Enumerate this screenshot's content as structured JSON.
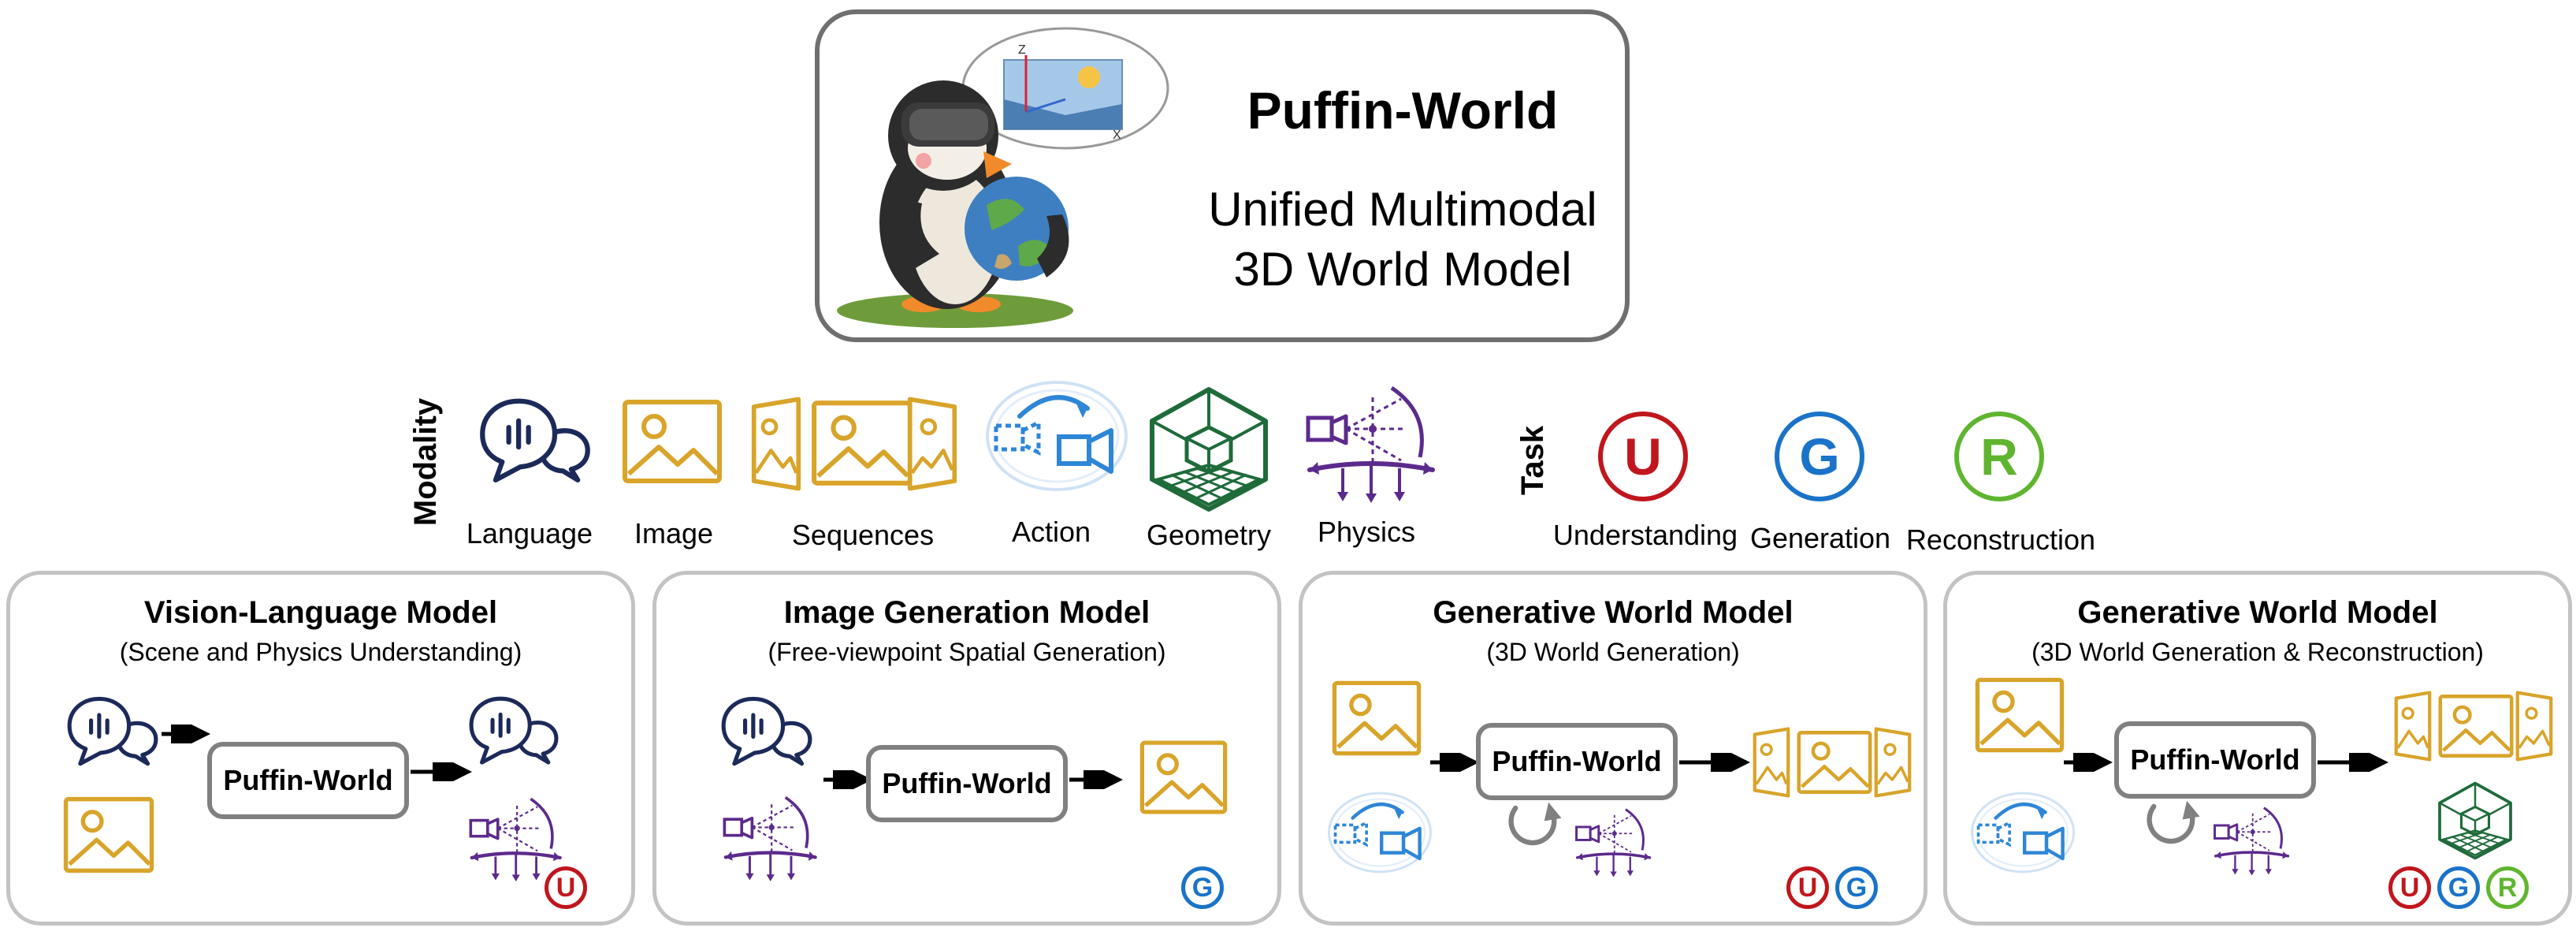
{
  "header": {
    "title": "Puffin-World",
    "subtitle_line1": "Unified Multimodal",
    "subtitle_line2": "3D World Model"
  },
  "modality": {
    "label": "Modality",
    "items": [
      {
        "label": "Language",
        "icon": "speech-bubbles-icon"
      },
      {
        "label": "Image",
        "icon": "image-icon"
      },
      {
        "label": "Sequences",
        "icon": "image-sequence-icon"
      },
      {
        "label": "Action",
        "icon": "camera-motion-icon"
      },
      {
        "label": "Geometry",
        "icon": "3d-cube-grid-icon"
      },
      {
        "label": "Physics",
        "icon": "camera-frustum-physics-icon"
      }
    ]
  },
  "task": {
    "label": "Task",
    "items": [
      {
        "letter": "U",
        "label": "Understanding",
        "color": "#c0161d"
      },
      {
        "letter": "G",
        "label": "Generation",
        "color": "#1a73c8"
      },
      {
        "letter": "R",
        "label": "Reconstruction",
        "color": "#5fb52f"
      }
    ]
  },
  "colors": {
    "language": "#1c2a5a",
    "image": "#d8a42a",
    "action": "#2e86d6",
    "geometry": "#1f6b3a",
    "physics": "#5c2a8c",
    "border": "#c3c3c3",
    "node_border": "#808080"
  },
  "panels": [
    {
      "title": "Vision-Language Model",
      "subtitle": "(Scene and Physics Understanding)",
      "node": "Puffin-World",
      "badges": [
        "U"
      ]
    },
    {
      "title": "Image Generation Model",
      "subtitle": "(Free-viewpoint Spatial Generation)",
      "node": "Puffin-World",
      "badges": [
        "G"
      ]
    },
    {
      "title": "Generative World Model",
      "subtitle": "(3D World Generation)",
      "node": "Puffin-World",
      "badges": [
        "U",
        "G"
      ]
    },
    {
      "title": "Generative World Model",
      "subtitle": "(3D World Generation & Reconstruction)",
      "node": "Puffin-World",
      "badges": [
        "U",
        "G",
        "R"
      ]
    }
  ]
}
